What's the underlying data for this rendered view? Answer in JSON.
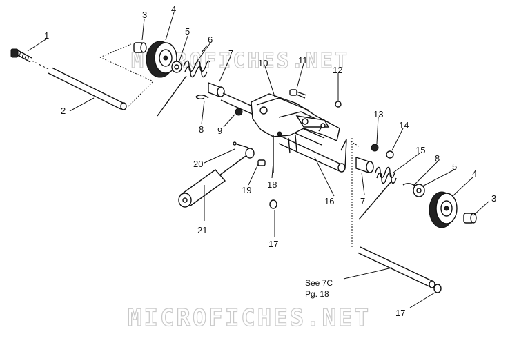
{
  "watermark": "MICROFICHES.NET",
  "note": {
    "line1": "See 7C",
    "line2": "Pg. 18"
  },
  "callouts": [
    "1",
    "2",
    "3",
    "4",
    "5",
    "6",
    "7",
    "8",
    "9",
    "10",
    "11",
    "12",
    "13",
    "14",
    "15",
    "8",
    "5",
    "4",
    "3",
    "16",
    "7",
    "17",
    "18",
    "19",
    "20",
    "21",
    "17"
  ],
  "colors": {
    "ink": "#111111",
    "watermark": "#c9c9c9",
    "background": "#ffffff"
  }
}
